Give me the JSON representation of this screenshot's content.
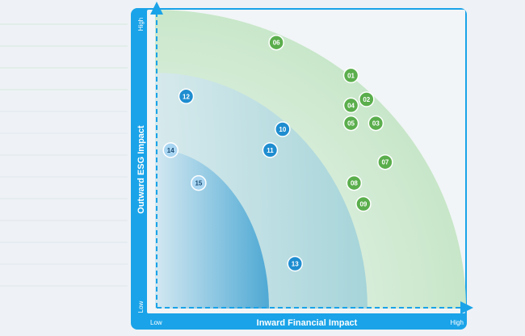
{
  "chart_data": {
    "type": "scatter",
    "title": "",
    "xlabel": "Inward Financial Impact",
    "ylabel": "Outward ESG Impact",
    "x_ticks": [
      "Low",
      "High"
    ],
    "y_ticks": [
      "Low",
      "High"
    ],
    "xlim": [
      0,
      100
    ],
    "ylim": [
      0,
      100
    ],
    "grid": false,
    "colors": {
      "frame": "#1aa3e8",
      "outer_band": "#7fc68a",
      "middle_band": "#56b2c9",
      "inner_band": "#2a8fc9",
      "green_marker": "#5aae4c",
      "blue_marker": "#1f8dd0",
      "light_marker": "#a9d6f2"
    },
    "points": [
      {
        "label": "01",
        "x": 63,
        "y": 78,
        "group": "green"
      },
      {
        "label": "02",
        "x": 68,
        "y": 70,
        "group": "green"
      },
      {
        "label": "03",
        "x": 71,
        "y": 62,
        "group": "green"
      },
      {
        "label": "04",
        "x": 63,
        "y": 68,
        "group": "green"
      },
      {
        "label": "05",
        "x": 63,
        "y": 62,
        "group": "green"
      },
      {
        "label": "06",
        "x": 39,
        "y": 89,
        "group": "green"
      },
      {
        "label": "07",
        "x": 74,
        "y": 49,
        "group": "green"
      },
      {
        "label": "08",
        "x": 64,
        "y": 42,
        "group": "green"
      },
      {
        "label": "09",
        "x": 67,
        "y": 35,
        "group": "green"
      },
      {
        "label": "10",
        "x": 41,
        "y": 60,
        "group": "blue"
      },
      {
        "label": "11",
        "x": 37,
        "y": 53,
        "group": "blue"
      },
      {
        "label": "12",
        "x": 10,
        "y": 71,
        "group": "blue"
      },
      {
        "label": "13",
        "x": 45,
        "y": 15,
        "group": "blue"
      },
      {
        "label": "14",
        "x": 5,
        "y": 53,
        "group": "light"
      },
      {
        "label": "15",
        "x": 14,
        "y": 42,
        "group": "light"
      }
    ]
  }
}
